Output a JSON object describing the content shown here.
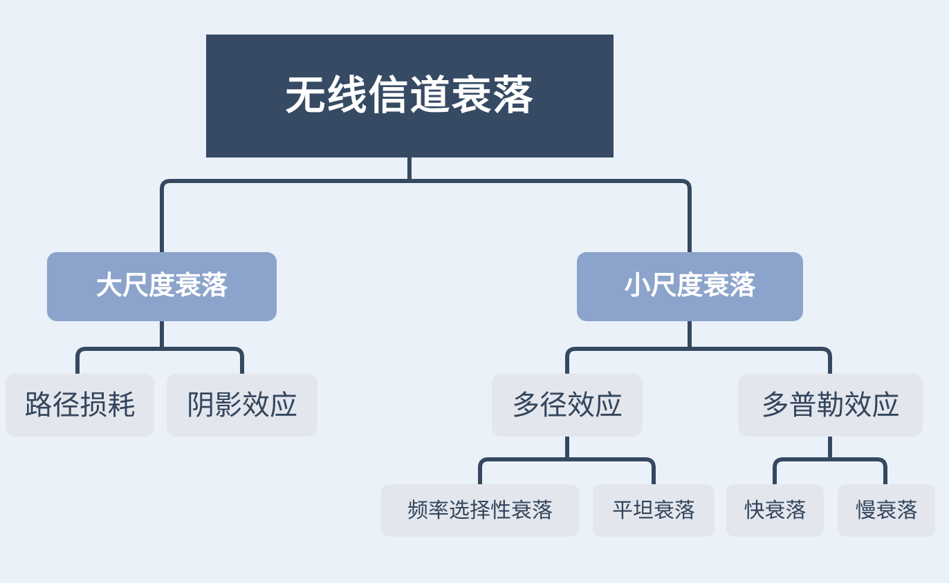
{
  "diagram": {
    "type": "tree-hierarchy",
    "title": "无线信道衰落",
    "background_color": "#eaf1f9",
    "connector_color": "#36485f",
    "palette": {
      "root_fill": "#364a63",
      "root_text": "#ffffff",
      "level2_fill": "#8ca4cb",
      "level2_text": "#ffffff",
      "leaf_fill": "#e3e7ed",
      "leaf_text": "#33455c"
    }
  },
  "nodes": {
    "root": {
      "label": "无线信道衰落"
    },
    "large_scale": {
      "label": "大尺度衰落"
    },
    "small_scale": {
      "label": "小尺度衰落"
    },
    "path_loss": {
      "label": "路径损耗"
    },
    "shadowing": {
      "label": "阴影效应"
    },
    "multipath": {
      "label": "多径效应"
    },
    "doppler": {
      "label": "多普勒效应"
    },
    "freq_selective_fading": {
      "label": "频率选择性衰落"
    },
    "flat_fading": {
      "label": "平坦衰落"
    },
    "fast_fading": {
      "label": "快衰落"
    },
    "slow_fading": {
      "label": "慢衰落"
    }
  },
  "edges": [
    {
      "from": "root",
      "to": "large_scale"
    },
    {
      "from": "root",
      "to": "small_scale"
    },
    {
      "from": "large_scale",
      "to": "path_loss"
    },
    {
      "from": "large_scale",
      "to": "shadowing"
    },
    {
      "from": "small_scale",
      "to": "multipath"
    },
    {
      "from": "small_scale",
      "to": "doppler"
    },
    {
      "from": "multipath",
      "to": "freq_selective_fading"
    },
    {
      "from": "multipath",
      "to": "flat_fading"
    },
    {
      "from": "doppler",
      "to": "fast_fading"
    },
    {
      "from": "doppler",
      "to": "slow_fading"
    }
  ]
}
